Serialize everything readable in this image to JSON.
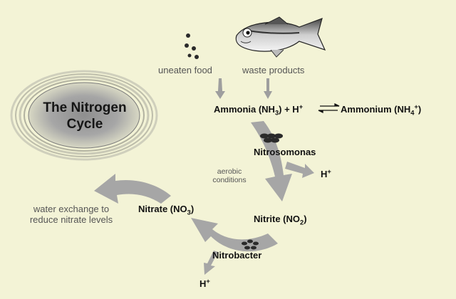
{
  "title_line1": "The Nitrogen",
  "title_line2": "Cycle",
  "inputs": {
    "uneaten_food": "uneaten food",
    "waste_products": "waste products"
  },
  "equation": {
    "ammonia": "Ammonia (NH",
    "ammonia_sub": "3",
    "ammonia_close": ") + H",
    "ammonia_plus": "+",
    "ammonium": "Ammonium (NH",
    "ammonium_sub": "4",
    "ammonium_sup": "+",
    "ammonium_close": ")"
  },
  "bacteria": {
    "nitrosomonas": "Nitrosomonas",
    "nitrobacter": "Nitrobacter"
  },
  "conditions": {
    "line1": "aerobic",
    "line2": "conditions"
  },
  "products": {
    "nitrite": "Nitrite (NO",
    "nitrite_sub": "2",
    "nitrite_close": ")",
    "nitrate": "Nitrate (NO",
    "nitrate_sub": "3",
    "nitrate_close": ")"
  },
  "hydrogen": {
    "symbol": "H",
    "charge": "+"
  },
  "water_exchange": {
    "line1": "water exchange to",
    "line2": "reduce nitrate levels"
  },
  "colors": {
    "background": "#f3f3d6",
    "arrow_gray": "#a4a4a4",
    "text": "#222222"
  }
}
